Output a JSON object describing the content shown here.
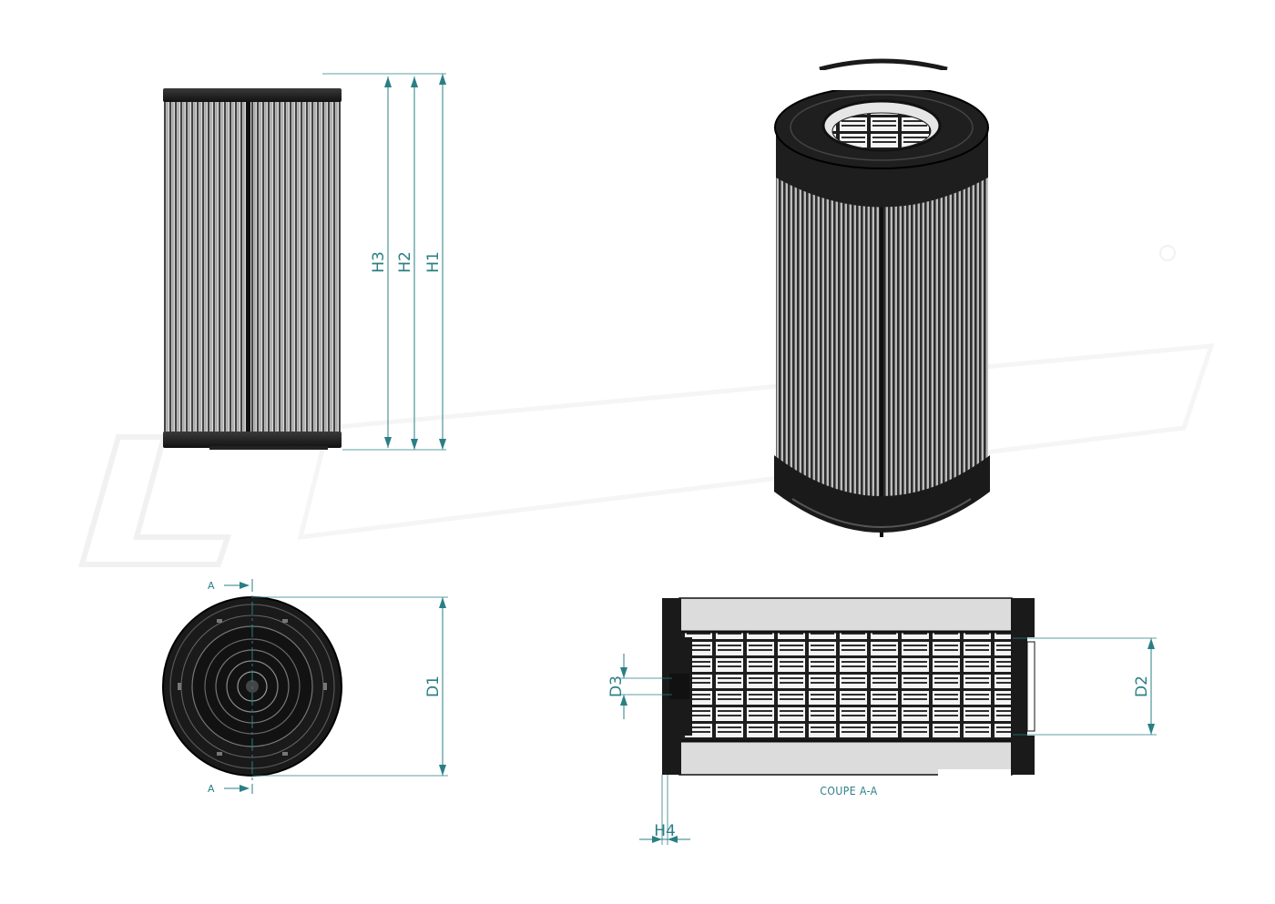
{
  "colors": {
    "dimension": "#2a7f86",
    "part_dark": "#1b1b1b",
    "part_mid": "#6a6a6a",
    "part_light": "#cfcfcf",
    "watermark": "#f1f1f1"
  },
  "side_view": {
    "dimensions": {
      "h3": "H3",
      "h2": "H2",
      "h1": "H1"
    }
  },
  "top_view": {
    "dimensions": {
      "d1": "D1"
    },
    "section_markers": {
      "top": "A",
      "bottom": "A"
    }
  },
  "section_view": {
    "dimensions": {
      "d3": "D3",
      "d2": "D2",
      "h4": "H4"
    },
    "caption": "COUPE A-A"
  }
}
